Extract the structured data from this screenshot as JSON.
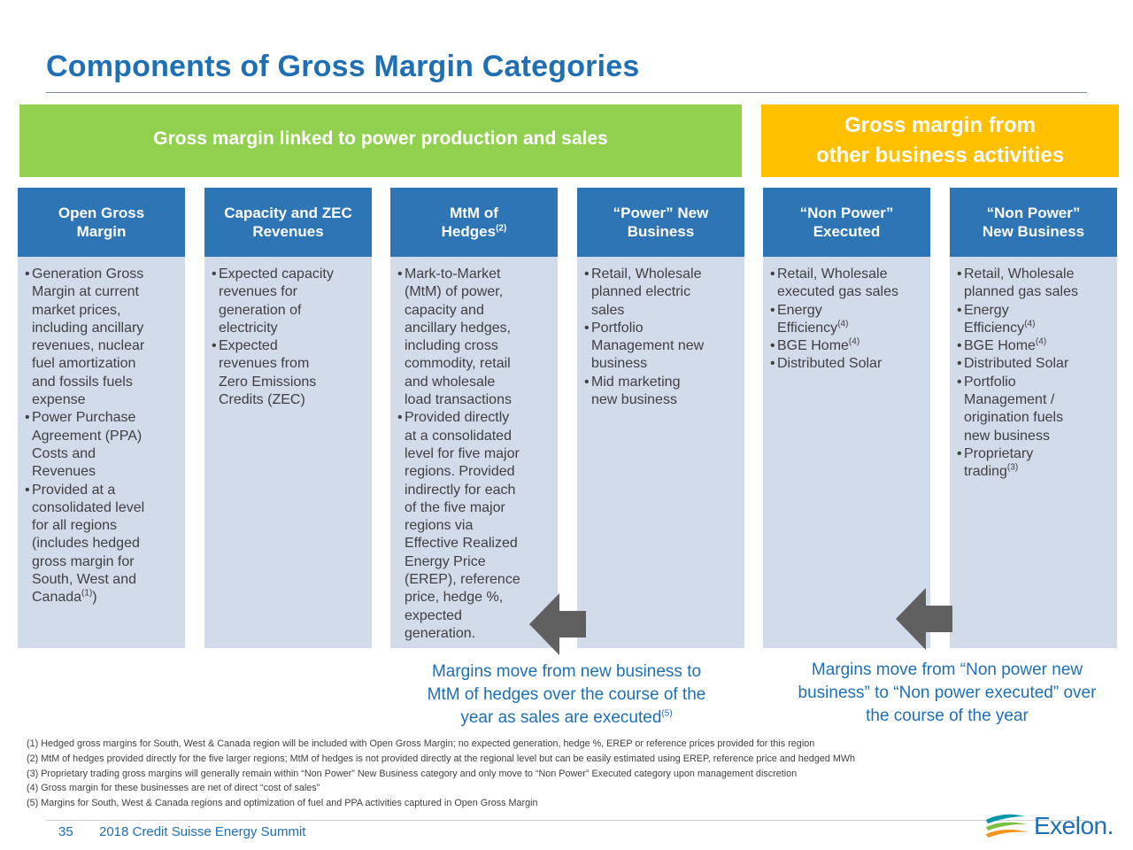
{
  "title": "Components of Gross Margin Categories",
  "banners": {
    "left": "Gross margin linked to power production and sales",
    "right_line1": "Gross margin from",
    "right_line2": "other business activities"
  },
  "columns": [
    {
      "head_lines": [
        "Open Gross",
        "Margin"
      ],
      "bullets": [
        {
          "lines": [
            "Generation Gross",
            "Margin at current",
            "market prices,",
            "including ancillary",
            "revenues, nuclear",
            "fuel amortization",
            "and fossils fuels",
            "expense"
          ]
        },
        {
          "lines": [
            "Power Purchase",
            "Agreement (PPA)",
            "Costs and",
            "Revenues"
          ]
        },
        {
          "lines": [
            "Provided at a",
            "consolidated level",
            "for all regions",
            "(includes hedged",
            "gross margin for",
            "South, West and"
          ],
          "last": "Canada",
          "last_sup": "(1)",
          "last_suffix": ")"
        }
      ]
    },
    {
      "head_lines": [
        "Capacity and ZEC",
        "Revenues"
      ],
      "bullets": [
        {
          "lines": [
            "Expected capacity",
            "revenues for",
            "generation of",
            "electricity"
          ]
        },
        {
          "lines": [
            "Expected",
            "revenues from",
            "Zero Emissions",
            "Credits (ZEC)"
          ]
        }
      ]
    },
    {
      "head_lines": [
        "MtM of",
        "Hedges"
      ],
      "head_sup": "(2)",
      "bullets": [
        {
          "lines": [
            "Mark-to-Market",
            "(MtM) of power,",
            "capacity and",
            "ancillary hedges,",
            "including cross",
            "commodity, retail",
            "and wholesale",
            "load transactions"
          ]
        },
        {
          "lines": [
            "Provided directly",
            "at a consolidated",
            "level for five major",
            "regions. Provided",
            "indirectly for each",
            "of the five major",
            "regions via",
            "Effective Realized",
            "Energy Price",
            "(EREP), reference",
            "price, hedge %,",
            "expected",
            "generation."
          ]
        }
      ]
    },
    {
      "head_lines": [
        "“Power” New",
        "Business"
      ],
      "bullets": [
        {
          "lines": [
            "Retail, Wholesale",
            "planned electric",
            "sales"
          ]
        },
        {
          "lines": [
            "Portfolio",
            "Management new",
            "business"
          ]
        },
        {
          "lines": [
            "Mid marketing",
            "new business"
          ]
        }
      ]
    },
    {
      "head_lines": [
        "“Non Power”",
        "Executed"
      ],
      "bullets": [
        {
          "lines": [
            "Retail, Wholesale",
            "executed gas sales"
          ]
        },
        {
          "lines": [
            "Energy"
          ],
          "last": "Efficiency",
          "last_sup": "(4)",
          "last_suffix": ""
        },
        {
          "lines": [],
          "last": "BGE Home",
          "last_sup": "(4)",
          "last_suffix": ""
        },
        {
          "lines": [
            "Distributed Solar"
          ]
        }
      ]
    },
    {
      "head_lines": [
        "“Non Power”",
        "New Business"
      ],
      "bullets": [
        {
          "lines": [
            "Retail, Wholesale",
            "planned gas sales"
          ]
        },
        {
          "lines": [
            "Energy"
          ],
          "last": "Efficiency",
          "last_sup": "(4)",
          "last_suffix": ""
        },
        {
          "lines": [],
          "last": "BGE Home",
          "last_sup": "(4)",
          "last_suffix": ""
        },
        {
          "lines": [
            "Distributed Solar"
          ]
        },
        {
          "lines": [
            "Portfolio",
            "Management /",
            "origination fuels",
            "new business"
          ]
        },
        {
          "lines": [
            "Proprietary"
          ],
          "last": "trading",
          "last_sup": "(3)",
          "last_suffix": ""
        }
      ]
    }
  ],
  "notes": {
    "left_line1": "Margins move from new business to",
    "left_line2": "MtM of hedges over the course of the",
    "left_line3": "year as sales are executed",
    "left_sup": "(5)",
    "right_line1": "Margins move from “Non power new",
    "right_line2": "business” to “Non power executed” over",
    "right_line3": "the course of the year"
  },
  "footnotes": [
    "(1) Hedged gross margins for South, West & Canada region will be included with Open Gross Margin; no expected generation, hedge %, EREP or reference prices provided for this region",
    "(2) MtM of hedges provided directly for the five larger regions; MtM of hedges is not provided directly at the regional level but can be easily estimated using EREP, reference price and hedged MWh",
    "(3) Proprietary trading gross margins will generally remain within “Non Power” New Business category and only move to “Non Power” Executed category upon management discretion",
    "(4) Gross margin for these businesses are net of direct “cost of sales”",
    "(5) Margins for South, West & Canada regions and optimization of fuel and PPA activities captured in Open Gross Margin"
  ],
  "footer": {
    "page_number": "35",
    "event": "2018 Credit Suisse Energy Summit",
    "logo_text": "Exelon."
  },
  "colors": {
    "title_blue": "#1f6fb4",
    "header_blue": "#2e75b6",
    "column_fill": "#d2dbea",
    "green_banner": "#92d050",
    "gold_banner": "#ffc000",
    "arrow_gray": "#606060"
  },
  "icons": [
    "left-arrow-icon",
    "left-arrow-icon",
    "exelon-logo-icon"
  ]
}
